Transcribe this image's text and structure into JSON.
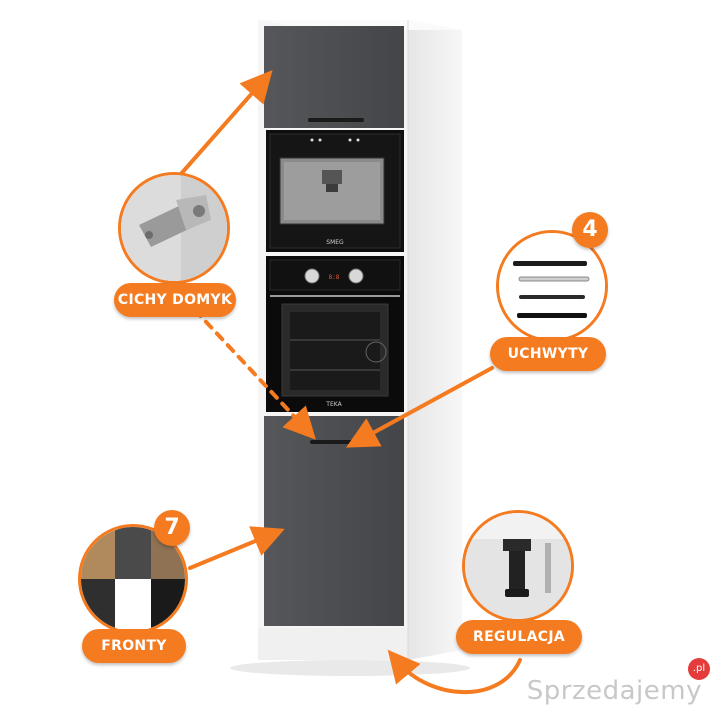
{
  "labels": {
    "hinge": "CICHY DOMYK",
    "handles": "UCHWYTY",
    "fronts": "FRONTY",
    "leveling": "REGULACJA"
  },
  "badges": {
    "handles_count": "4",
    "fronts_count": "7"
  },
  "appliances": {
    "coffee_brand": "SMEG",
    "oven_brand": "TEKA"
  },
  "watermark": {
    "text": "Sprzedajemy",
    "suffix": ".pl"
  },
  "colors": {
    "accent": "#f47b20",
    "front": "#4b4d50",
    "carcass": "#f4f4f4"
  }
}
